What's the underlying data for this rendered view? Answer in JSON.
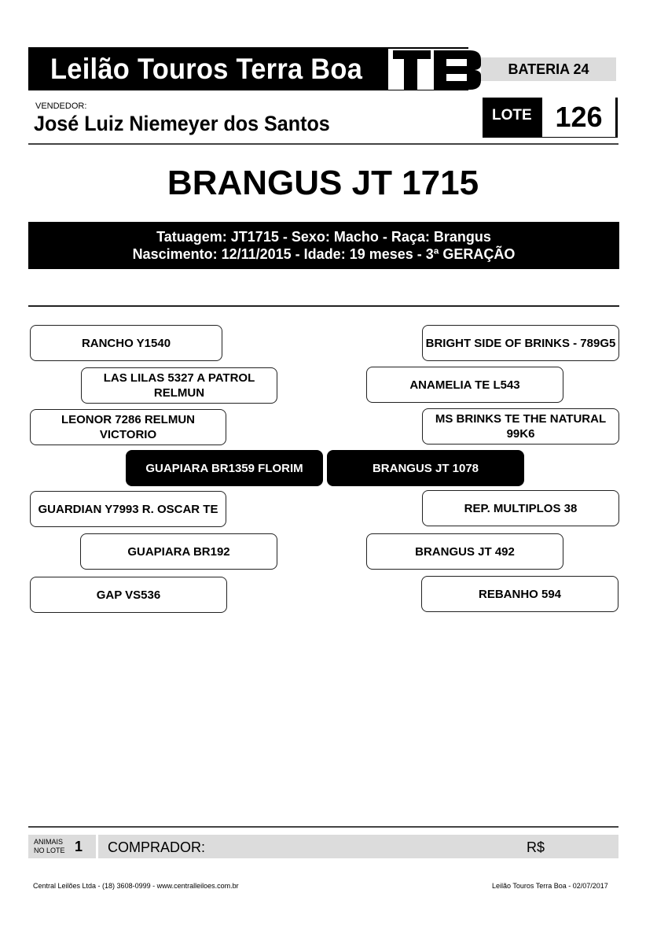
{
  "header": {
    "title": "Leilão Touros Terra Boa",
    "logo_text": "TB",
    "bateria": "BATERIA 24"
  },
  "vendedor": {
    "label": "VENDEDOR:",
    "name": "José Luiz Niemeyer dos Santos"
  },
  "lote": {
    "label": "LOTE",
    "number": "126"
  },
  "animal": {
    "name": "BRANGUS JT 1715",
    "info_line1": "Tatuagem: JT1715  -  Sexo: Macho  -  Raça: Brangus",
    "info_line2": "Nascimento: 12/11/2015  -  Idade: 19 meses  -  3ª GERAÇÃO"
  },
  "pedigree": {
    "dam_side": {
      "grand_sire": "RANCHO Y1540",
      "grand_dam_sire": "LAS LILAS 5327 A PATROL RELMUN",
      "grand_dam": "LEONOR 7286 RELMUN VICTORIO",
      "dam": "GUAPIARA BR1359 FLORIM",
      "gg_sire": "GUARDIAN Y7993 R. OSCAR TE",
      "g_dam": "GUAPIARA BR192",
      "gg_dam": "GAP VS536"
    },
    "sire_side": {
      "grand_sire": "BRIGHT SIDE OF BRINKS - 789G5",
      "grand_dam_sire": "ANAMELIA TE L543",
      "grand_dam": "MS BRINKS TE THE NATURAL 99K6",
      "sire": "BRANGUS JT 1078",
      "gg_sire": "REP. MULTIPLOS 38",
      "g_dam": "BRANGUS JT 492",
      "gg_dam": "REBANHO 594"
    }
  },
  "footer": {
    "animais_label_1": "ANIMAIS",
    "animais_label_2": "NO LOTE",
    "animais_count": "1",
    "comprador_label": "COMPRADOR:",
    "currency": "R$",
    "company": "Central Leilões Ltda - (18) 3608-0999 - www.centralleiloes.com.br",
    "event": "Leilão Touros Terra Boa - 02/07/2017"
  }
}
